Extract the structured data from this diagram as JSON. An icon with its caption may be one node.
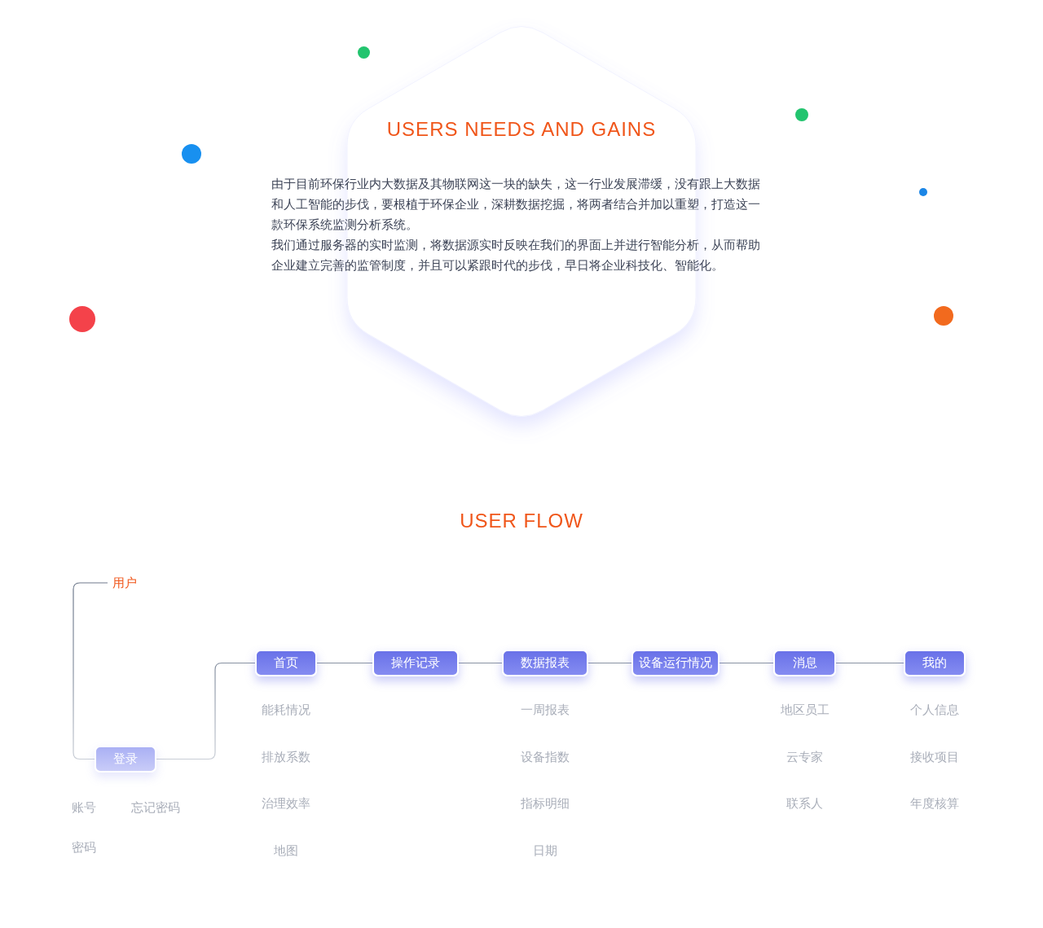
{
  "diagram": {
    "nodes": [
      {
        "text": [
          "USERS NEEDS AND GAINS",
          "由于目前环保行业内大数据及其物联网这一块的缺失，这一行业发展滞缓，没有跟上大数据和人工智能的步伐，要根植于环保企业，深耕数据挖掘，将两者结合并加以重塑，打造这一款环保系统监测分析系统。",
          "我们通过服务器的实时监测，将数据源实时反映在我们的界面上并进行智能分析，从而帮助企业建立完善的监管制度，并且可以紧跟时代的步伐，早日将企业科技化、智能化。"
        ]
      },
      {
        "text": [
          "用户"
        ]
      },
      {
        "text": [
          "登录"
        ],
        "beside": [
          "账号",
          "忘记密码",
          "密码"
        ]
      },
      {
        "text": [
          "首页"
        ],
        "beside": [
          "能耗情况",
          "排放系数",
          "治理效率",
          "地图"
        ]
      },
      {
        "text": [
          "操作记录"
        ]
      },
      {
        "text": [
          "数据报表"
        ],
        "beside": [
          "一周报表",
          "设备指数",
          "指标明细",
          "日期"
        ]
      },
      {
        "text": [
          "设备运行情况"
        ]
      },
      {
        "text": [
          "消息"
        ],
        "beside": [
          "地区员工",
          "云专家",
          "联系人"
        ]
      },
      {
        "text": [
          "我的"
        ],
        "beside": [
          "个人信息",
          "接收项目",
          "年度核算"
        ]
      }
    ],
    "edges": [
      {
        "from": 1,
        "to": 2,
        "arrow": "none"
      },
      {
        "from": 2,
        "to": 3,
        "arrow": "none"
      },
      {
        "from": 3,
        "to": 4,
        "arrow": "none"
      },
      {
        "from": 4,
        "to": 5,
        "arrow": "none"
      },
      {
        "from": 5,
        "to": 6,
        "arrow": "none"
      },
      {
        "from": 6,
        "to": 7,
        "arrow": "none"
      },
      {
        "from": 7,
        "to": 8,
        "arrow": "none"
      }
    ],
    "labels": [
      "USER FLOW"
    ]
  }
}
